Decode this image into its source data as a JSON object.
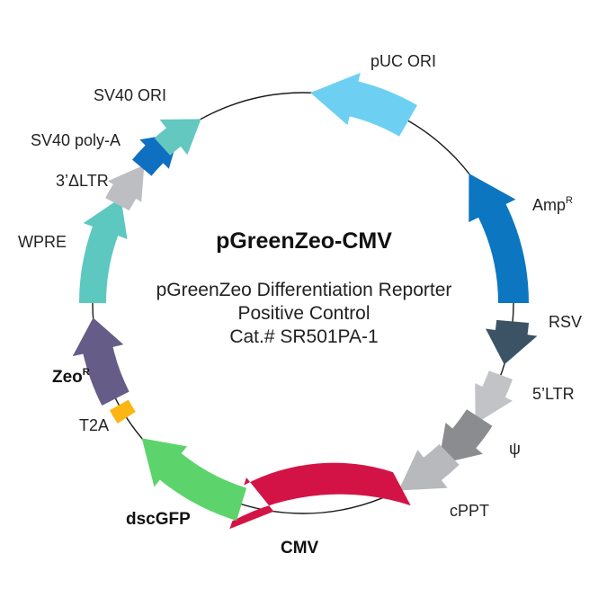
{
  "plasmid": {
    "title": "pGreenZeo-CMV",
    "subtitle_line1": "pGreenZeo Differentiation Reporter",
    "subtitle_line2": "Positive Control",
    "catalog": "Cat.# SR501PA-1"
  },
  "features": [
    {
      "id": "puc-ori",
      "label": "pUC ORI",
      "color": "#6dd0f3"
    },
    {
      "id": "ampr",
      "label": "Amp",
      "superscript": "R",
      "color": "#0c76c0"
    },
    {
      "id": "rsv",
      "label": "RSV",
      "color": "#3c5365"
    },
    {
      "id": "ltr5",
      "label": "5’LTR",
      "color": "#c1c3c6"
    },
    {
      "id": "psi",
      "label": "ψ",
      "color": "#8b8c8f"
    },
    {
      "id": "cppt",
      "label": "cPPT",
      "color": "#b7b9bc"
    },
    {
      "id": "cmv",
      "label": "CMV",
      "color": "#d31346"
    },
    {
      "id": "dscgfp",
      "label": "dscGFP",
      "color": "#5dd36c"
    },
    {
      "id": "t2a",
      "label": "T2A",
      "color": "#fbb514"
    },
    {
      "id": "zeor",
      "label": "Zeo",
      "superscript": "R",
      "color": "#655c88"
    },
    {
      "id": "wpre",
      "label": "WPRE",
      "color": "#5cc8c0"
    },
    {
      "id": "ltr3",
      "label": "3’ΔLTR",
      "color": "#bcbec1"
    },
    {
      "id": "sv40pa",
      "label": "SV40 poly-A",
      "color": "#0f6fc0"
    },
    {
      "id": "sv40ori",
      "label": "SV40 ORI",
      "color": "#63c8bf"
    }
  ]
}
